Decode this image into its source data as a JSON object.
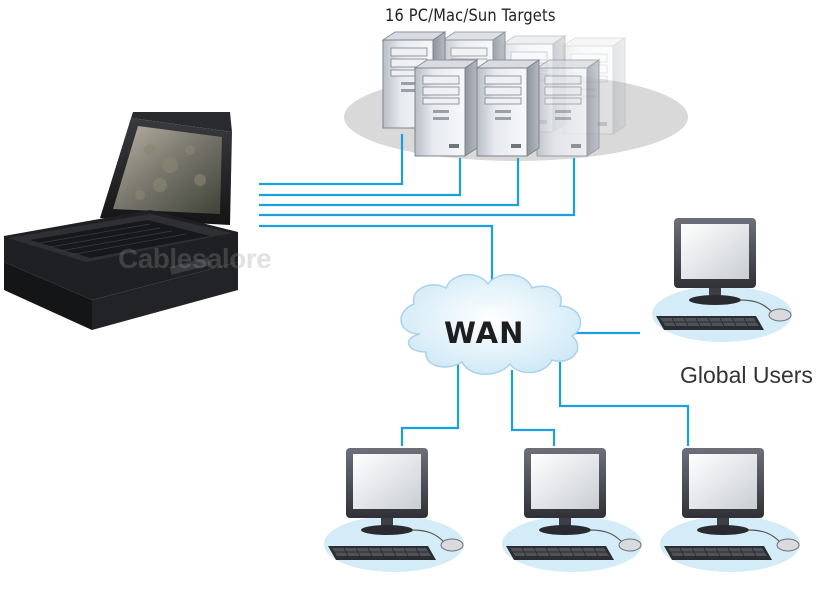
{
  "diagram": {
    "targets_label": "16 PC/Mac/Sun Targets",
    "wan_label": "WAN",
    "global_users_label": "Global Users",
    "watermark_text": "Cablesalore"
  },
  "colors": {
    "link_line": "#1aa0dc",
    "cloud_fill": "#d4ecf8",
    "cloud_edge": "#9fcfe9",
    "server_ellipse": "#d9d9d9",
    "user_ellipse": "#cfe9f6"
  },
  "icons": {
    "console": "rackmount-lcd-kvm-console-icon",
    "server": "tower-server-icon",
    "workstation": "desktop-computer-icon",
    "network": "cloud-icon"
  }
}
